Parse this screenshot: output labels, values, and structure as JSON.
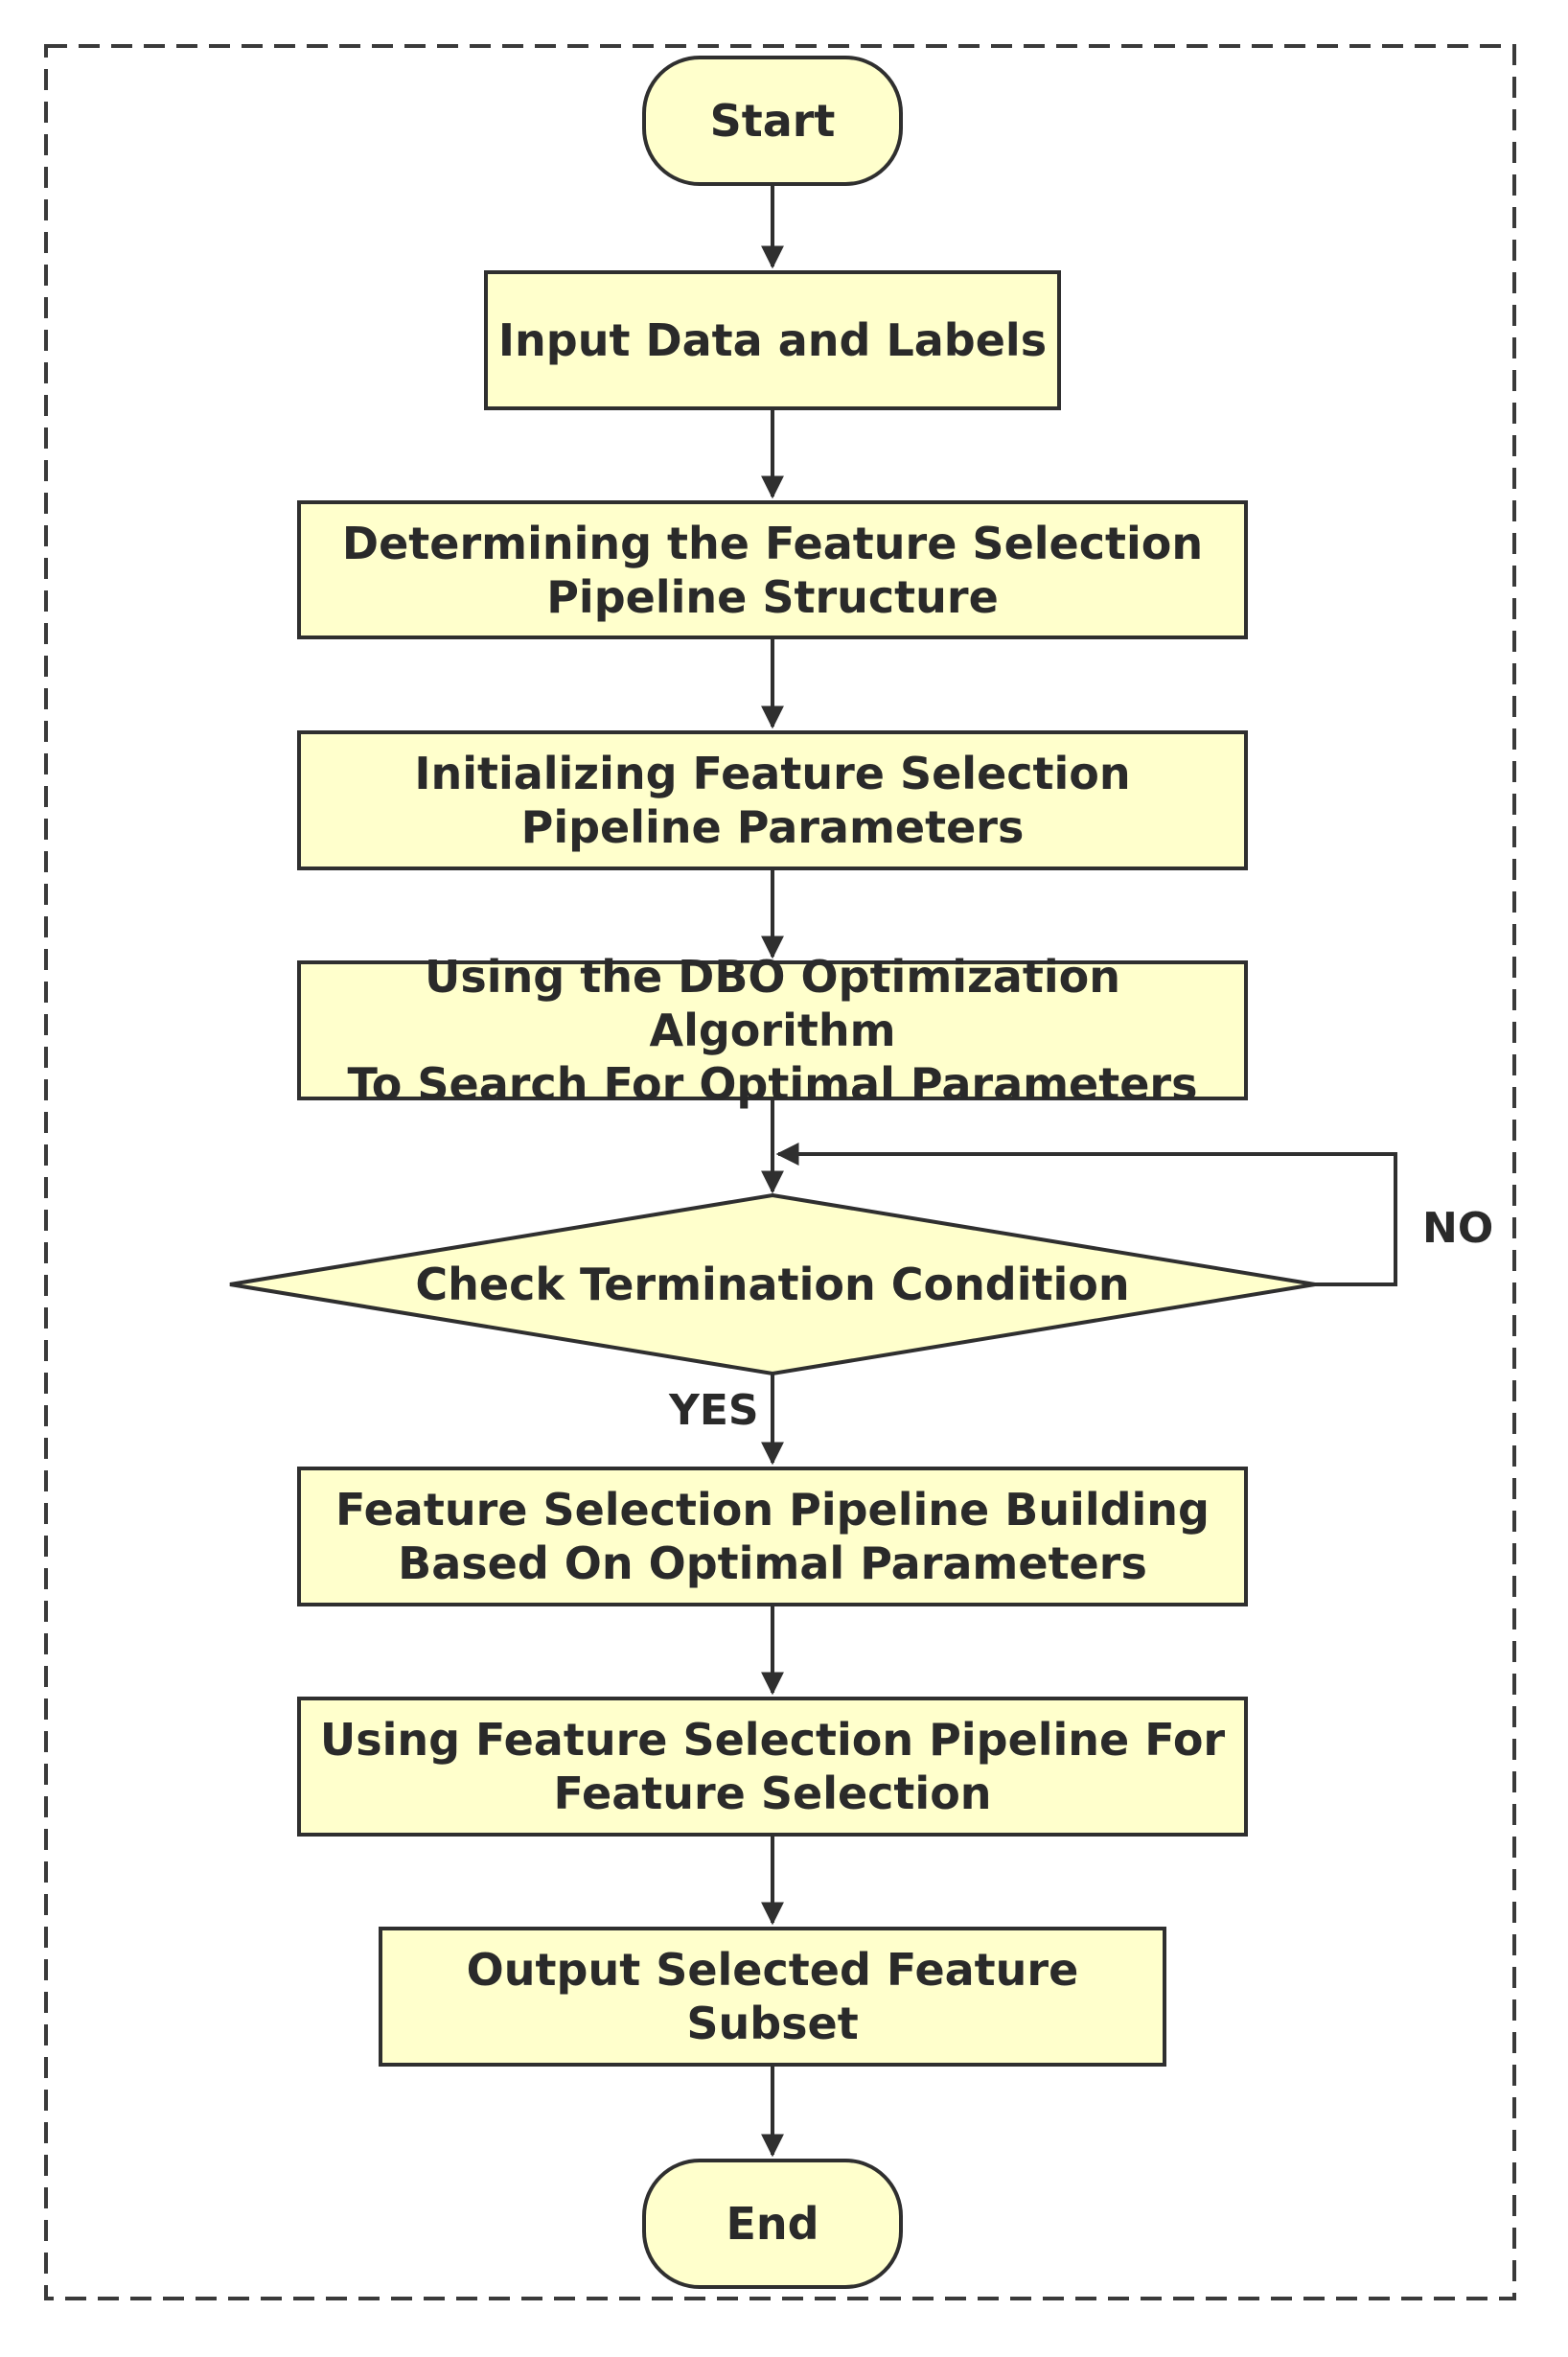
{
  "colors": {
    "node_fill": "#ffffcc",
    "stroke": "#2f2f2f",
    "text": "#2a2a2a",
    "frame_border": "#3a3a3a"
  },
  "nodes": {
    "start": "Start",
    "input": "Input Data and Labels",
    "determine": "Determining the Feature Selection\nPipeline Structure",
    "initialize": "Initializing Feature Selection\nPipeline Parameters",
    "dbo": "Using the DBO Optimization Algorithm\nTo Search For Optimal Parameters",
    "check": "Check Termination Condition",
    "build": "Feature Selection Pipeline Building\nBased On Optimal Parameters",
    "use": "Using Feature Selection Pipeline For\nFeature Selection",
    "output": "Output Selected Feature Subset",
    "end": "End"
  },
  "branch_labels": {
    "yes": "YES",
    "no": "NO"
  }
}
